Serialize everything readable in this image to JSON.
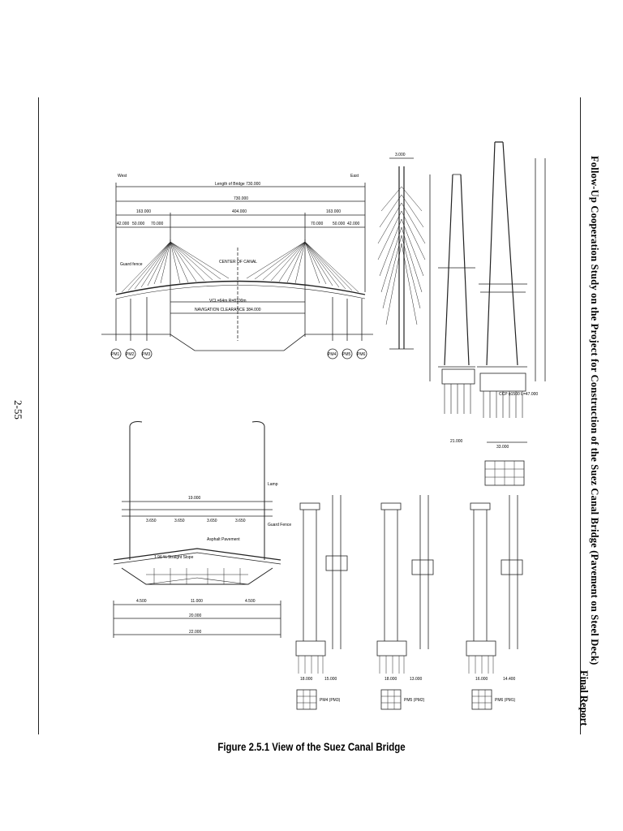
{
  "header": {
    "title": "Follow-Up Cooperation Study on the Project for Construction of the Suez Canal Bridge (Pavement on Steel Deck)",
    "report": "Final Report"
  },
  "page_number": "2-55",
  "figure": {
    "caption": "Figure 2.5.1 View of the Suez Canal Bridge",
    "elevation": {
      "west": "West",
      "east": "East",
      "length_label": "Length of Bridge  730.000",
      "total": "730.000",
      "spans": [
        "163.000",
        "404.000",
        "163.000"
      ],
      "side_spans": [
        "42.000",
        "50.000",
        "70.000",
        "70.000",
        "50.000",
        "42.000"
      ],
      "center_label": "CENTER OF CANAL",
      "vcl": "VCL=64m  R=8100m",
      "nav_clearance": "NAVIGATION CLEARANCE  384.000",
      "guard_fence": "Guard fence",
      "piers": [
        "PM1",
        "PM2",
        "PM3",
        "PM4",
        "PM5",
        "PM6"
      ]
    },
    "section": {
      "total_width": "19.000",
      "overall": "22.000",
      "lanes": [
        "3.650",
        "3.650",
        "3.650",
        "3.650"
      ],
      "bottom": [
        "4.500",
        "11.000",
        "4.500"
      ],
      "lamp": "Lamp",
      "guard_fence": "Guard Fence",
      "asphalt": "Asphalt Pavement",
      "slope": "1.96 % Straight Slope",
      "width_20": "20.000"
    },
    "piers": {
      "labels": [
        "PM4 (PM3)",
        "PM5 (PM2)",
        "PM6 (PM1)"
      ],
      "dims_a": [
        "18.000",
        "18.000",
        "16.000"
      ],
      "dims_b": [
        "15.000",
        "13.000",
        "14.400"
      ]
    },
    "tower": {
      "top": "3.000",
      "widths": [
        "21.000",
        "33.000"
      ],
      "pile_label": "CCP  ϕ1500  L=47.000"
    }
  }
}
